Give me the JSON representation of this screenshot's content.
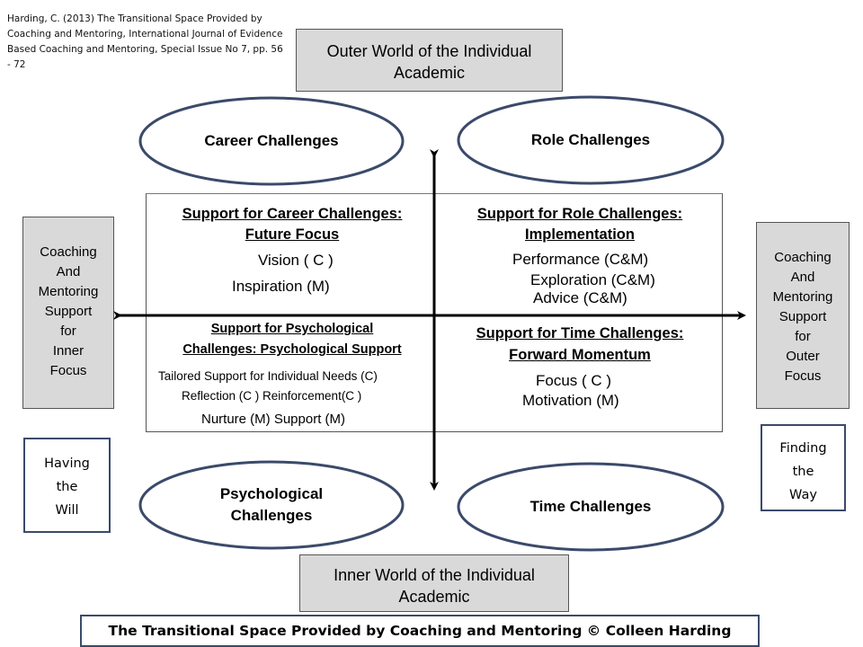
{
  "citation": "Harding, C. (2013) The Transitional Space Provided by Coaching and Mentoring, International Journal of Evidence Based Coaching and Mentoring, Special Issue No 7, pp. 56 - 72",
  "outer_world": {
    "line1": "Outer World of the Individual",
    "line2": "Academic"
  },
  "inner_world": {
    "line1": "Inner World of the Individual",
    "line2": "Academic"
  },
  "left_side": {
    "lines": [
      "Coaching",
      "And",
      "Mentoring",
      "Support",
      "for",
      "Inner",
      "Focus"
    ]
  },
  "right_side": {
    "lines": [
      "Coaching",
      "And",
      "Mentoring",
      "Support",
      "for",
      "Outer",
      "Focus"
    ]
  },
  "having": {
    "lines": [
      "Having",
      "the",
      "Will"
    ]
  },
  "finding": {
    "lines": [
      "Finding",
      "the",
      "Way"
    ]
  },
  "ellipses": {
    "career": "Career Challenges",
    "role": "Role Challenges",
    "psych_line1": "Psychological",
    "psych_line2": "Challenges",
    "time": "Time Challenges"
  },
  "quadrants": {
    "career": {
      "title1": "Support for Career Challenges:",
      "title2": "Future Focus",
      "items": [
        "Vision ( C )",
        "Inspiration (M)"
      ]
    },
    "role": {
      "title1": "Support for Role Challenges:",
      "title2": "Implementation",
      "items": [
        "Performance  (C&M)",
        "Exploration (C&M)",
        "Advice (C&M)"
      ]
    },
    "psych": {
      "title1": "Support for Psychological",
      "title2": "Challenges: Psychological Support",
      "items": [
        "Tailored Support for Individual Needs (C)",
        "Reflection  (C ) Reinforcement(C )",
        "Nurture (M) Support (M)"
      ]
    },
    "time": {
      "title1": "Support for Time Challenges:",
      "title2": "Forward Momentum",
      "items": [
        "Focus ( C )",
        "Motivation (M)"
      ]
    }
  },
  "footer": "The Transitional  Space Provided by Coaching and Mentoring © Colleen Harding",
  "colors": {
    "box_gray": "#d9d9d9",
    "ellipse_stroke": "#3b4a6b",
    "arrow": "#000000"
  }
}
